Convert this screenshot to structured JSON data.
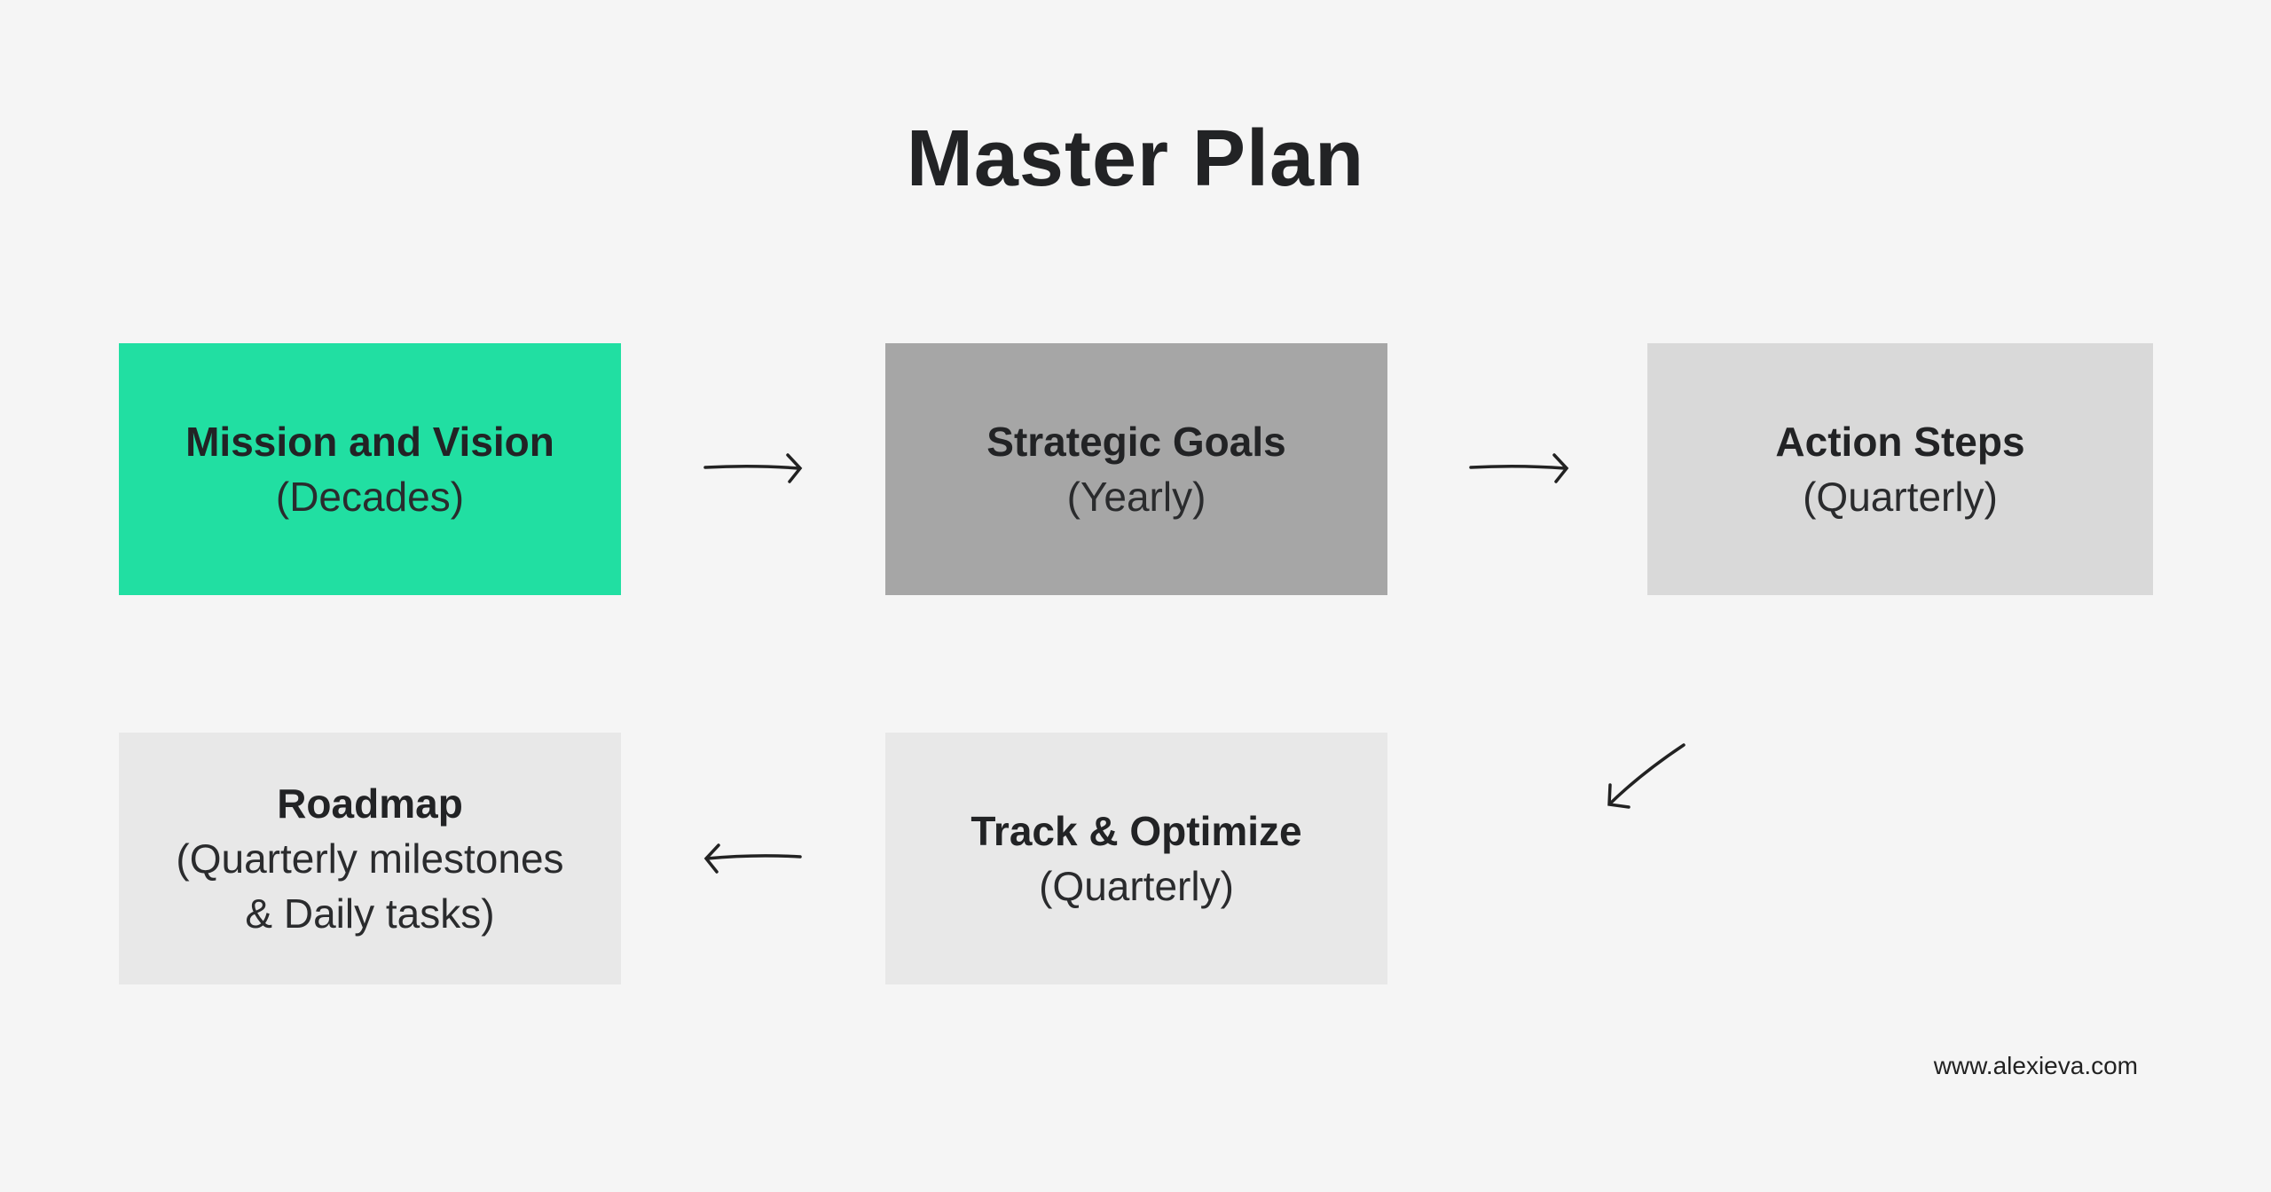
{
  "title": "Master Plan",
  "boxes": [
    {
      "heading": "Mission and Vision",
      "sub": "(Decades)",
      "color": "#21dfa2"
    },
    {
      "heading": "Strategic Goals",
      "sub": "(Yearly)",
      "color": "#a6a6a6"
    },
    {
      "heading": "Action Steps",
      "sub": "(Quarterly)",
      "color": "#d9d9d9"
    },
    {
      "heading": "Roadmap",
      "sub": "(Quarterly milestones",
      "sub2": "& Daily tasks)",
      "color": "#e8e8e8"
    },
    {
      "heading": "Track & Optimize",
      "sub": "(Quarterly)",
      "color": "#e8e8e8"
    }
  ],
  "footer": {
    "url": "www.alexieva.com"
  }
}
